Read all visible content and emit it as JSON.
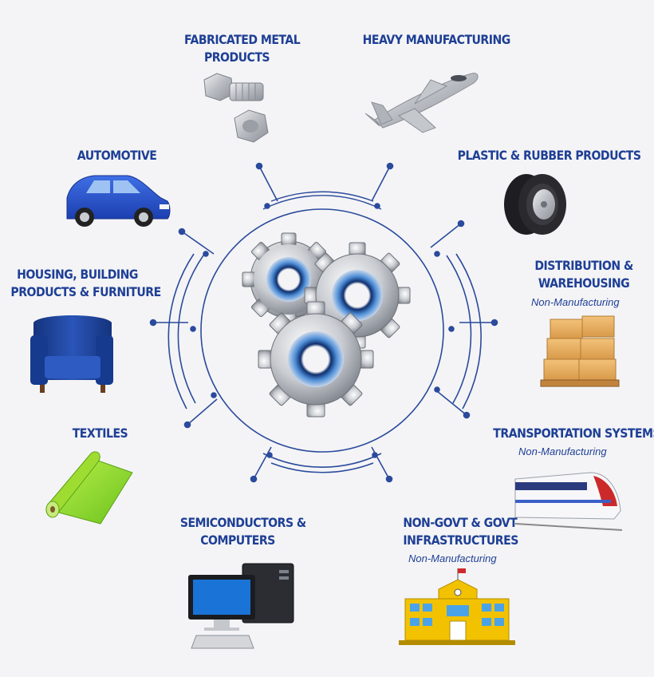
{
  "categories": {
    "fabricated_metal": {
      "line1": "FABRICATED METAL",
      "line2": "PRODUCTS"
    },
    "heavy_manufacturing": {
      "line1": "HEAVY MANUFACTURING"
    },
    "automotive": {
      "line1": "AUTOMOTIVE"
    },
    "plastic_rubber": {
      "line1": "PLASTIC & RUBBER PRODUCTS"
    },
    "housing": {
      "line1": "HOUSING, BUILDING",
      "line2": "PRODUCTS & FURNITURE"
    },
    "distribution": {
      "line1": "DISTRIBUTION &",
      "line2": "WAREHOUSING",
      "note": "Non-Manufacturing"
    },
    "textiles": {
      "line1": "TEXTILES"
    },
    "transportation": {
      "line1": "TRANSPORTATION SYSTEMS",
      "note": "Non-Manufacturing"
    },
    "semiconductors": {
      "line1": "SEMICONDUCTORS &",
      "line2": "COMPUTERS"
    },
    "infrastructures": {
      "line1": "NON-GOVT & GOVT",
      "line2": "INFRASTRUCTURES",
      "note": "Non-Manufacturing"
    }
  },
  "icons": {
    "fabricated_metal": "bolt-and-nut-icon",
    "heavy_manufacturing": "airplane-icon",
    "automotive": "car-icon",
    "plastic_rubber": "tire-icon",
    "housing": "armchair-icon",
    "distribution": "boxes-on-pallet-icon",
    "textiles": "fabric-roll-icon",
    "transportation": "train-icon",
    "semiconductors": "computer-icon",
    "infrastructures": "building-icon",
    "center": "gears-icon"
  },
  "colors": {
    "label": "#1e3f95",
    "circuit": "#2a4a9c",
    "background": "#f4f4f6"
  }
}
